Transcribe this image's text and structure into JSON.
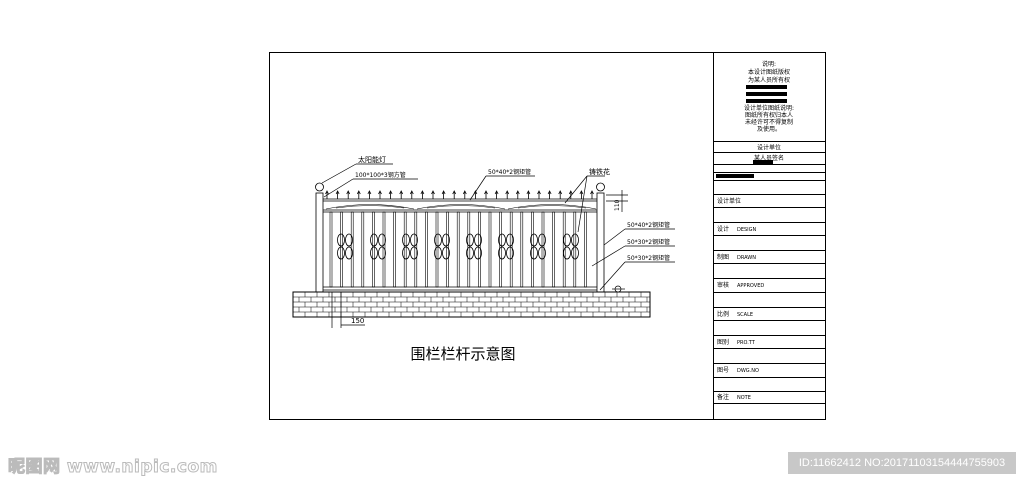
{
  "drawing": {
    "title": "围栏栏杆示意图",
    "labels": {
      "solar_lamp": "太阳能灯",
      "post": "100*100*3钢方管",
      "top_rail": "50*40*2钢矩管",
      "cast_iron": "铸铁花",
      "right_1": "50*40*2钢矩管",
      "right_2": "50*30*2钢矩管",
      "right_3": "50*30*2钢矩管"
    },
    "dimensions": {
      "base_width": "150",
      "top_height": "110"
    }
  },
  "title_block": {
    "notes": [
      "说明:",
      "本设计图纸版权",
      "为某人员所有权",
      "设计单位图纸说明:",
      "图纸所有权归本人",
      "未经许可不得复制",
      "及使用。"
    ],
    "design_unit_header": "设计单位",
    "owner": "某人员签名",
    "rows": [
      {
        "label": "设计单位",
        "value": ""
      },
      {
        "label": "设计",
        "value": "DESIGN"
      },
      {
        "label": "制图",
        "value": "DRAWN"
      },
      {
        "label": "审核",
        "value": "APPROVED"
      },
      {
        "label": "比例",
        "value": "SCALE"
      },
      {
        "label": "图别",
        "value": "PRO.TT"
      },
      {
        "label": "图号",
        "value": "DWG.NO"
      },
      {
        "label": "备注",
        "value": "NOTE"
      }
    ]
  },
  "watermark": {
    "site": "昵图网 www.nipic.com",
    "id": "ID:11662412 NO:20171103154444755903"
  }
}
